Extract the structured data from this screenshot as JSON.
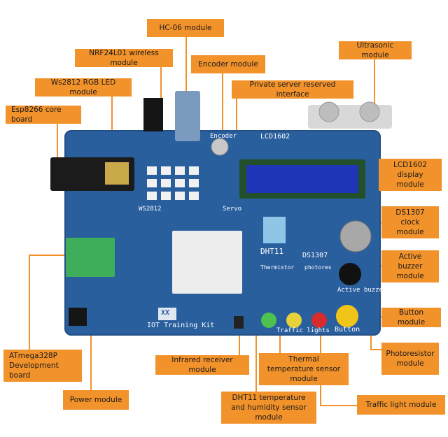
{
  "callouts": {
    "hc06": "HC-06 module",
    "nrf24l01": "NRF24L01 wireless module",
    "encoder": "Encoder module",
    "ultrasonic": "Ultrasonic module",
    "ws2812": "Ws2812 RGB LED module",
    "private_server": "Private server reserved interface",
    "esp8266": "Esp8266 core board",
    "lcd1602": "LCD1602 display module",
    "ds1307": "DS1307 clock module",
    "active_buzzer": "Active buzzer module",
    "button": "Button module",
    "photoresistor": "Photoresistor module",
    "atmega": "ATmega328P Development board",
    "infrared": "Infrared receiver module",
    "thermal": "Thermal temperature sensor module",
    "power": "Power module",
    "dht11": "DHT11 temperature and humidity sensor module",
    "traffic": "Traffic light module"
  },
  "board_text": {
    "encoder": "Encoder",
    "lcd": "LCD1602",
    "ws2812": "WS2812",
    "servo": "Servo",
    "dht11": "DHT11",
    "ds1307": "DS1307",
    "thermistor": "Thermistor",
    "photores": "photores",
    "active_buzzer": "Active buzzer",
    "traffic": "Traffic lights",
    "button": "Button",
    "iot": "IOT Training Kit",
    "logo": "XX"
  },
  "colors": {
    "callout": "#f2922b",
    "board": "#2a5f9e",
    "line": "#f2922b"
  }
}
